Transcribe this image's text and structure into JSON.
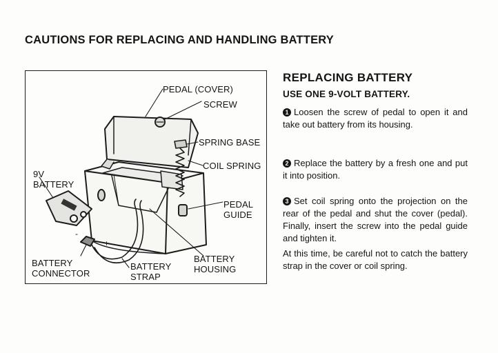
{
  "page_title": "CAUTIONS FOR REPLACING AND HANDLING BATTERY",
  "figure": {
    "labels": {
      "pedal_cover": "PEDAL (COVER)",
      "screw": "SCREW",
      "spring_base": "SPRING BASE",
      "coil_spring": "COIL SPRING",
      "battery_9v": "9V\nBATTERY",
      "pedal_guide": "PEDAL\nGUIDE",
      "battery_housing": "BATTERY\nHOUSING",
      "battery_strap": "BATTERY\nSTRAP",
      "battery_connector": "BATTERY\nCONNECTOR",
      "plus_sign": "+",
      "minus_sign": "-"
    }
  },
  "instructions": {
    "heading": "REPLACING BATTERY",
    "subheading": "USE ONE 9-VOLT BATTERY.",
    "steps": [
      {
        "number": "1",
        "text": "Loosen the screw of pedal to open it and take out battery from its housing."
      },
      {
        "number": "2",
        "text": "Replace the battery by a fresh one and put it into position."
      },
      {
        "number": "3",
        "text": "Set coil spring onto the projection on the rear of the pedal and shut the cover (pedal). Finally, insert the screw into the pedal guide and tighten it."
      }
    ],
    "note": "At this time, be careful not to catch the battery strap in the cover or coil spring."
  }
}
